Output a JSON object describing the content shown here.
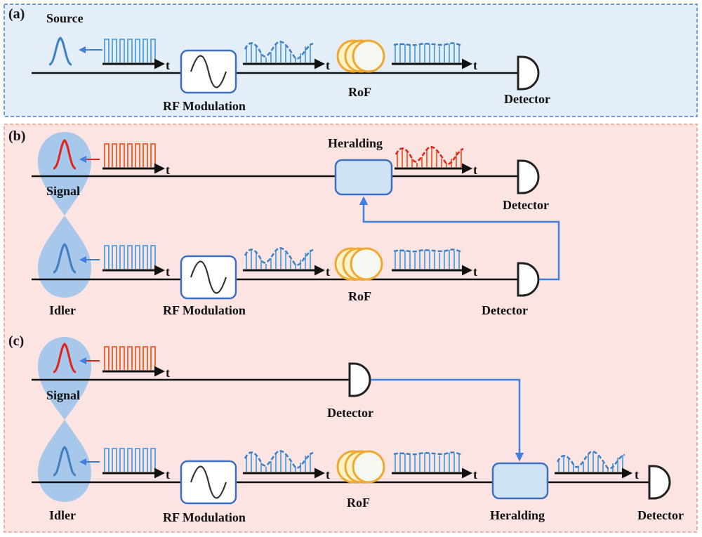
{
  "panels": {
    "a": {
      "tag": "(a)",
      "source_label": "Source",
      "rf_label": "RF Modulation",
      "rof_label": "RoF",
      "detector_label": "Detector",
      "time_labels": [
        "t",
        "t",
        "t"
      ]
    },
    "b": {
      "tag": "(b)",
      "signal_label": "Signal",
      "idler_label": "Idler",
      "heralding_label": "Heralding",
      "detector_top_label": "Detector",
      "detector_bottom_label": "Detector",
      "rf_label": "RF Modulation",
      "rof_label": "RoF",
      "time_labels": [
        "t",
        "t",
        "t",
        "t",
        "t"
      ]
    },
    "c": {
      "tag": "(c)",
      "signal_label": "Signal",
      "idler_label": "Idler",
      "detector_top_label": "Detector",
      "rf_label": "RF Modulation",
      "rof_label": "RoF",
      "heralding_label": "Heralding",
      "detector_end_label": "Detector",
      "time_labels": [
        "t",
        "t",
        "t",
        "t",
        "t"
      ]
    }
  },
  "colors": {
    "panel_a_fill": "#e3eef8",
    "panel_a_border": "#4a7fd0",
    "panel_bc_fill": "#fbe4e1",
    "panel_bc_border": "#e89a88",
    "blue_pulse": "#3f7fc4",
    "blue_bars": "#5fa7e0",
    "red_pulse": "#e2231a",
    "red_bars": "#ee6a3a",
    "herald_line": "#3f7fe0",
    "lobe": "#a7c8ea",
    "box_fill": "#cfe3f5",
    "box_border": "#3d6fbf",
    "rof_stroke": "#f0a830",
    "rof_fill": "#fdf3c8",
    "detector": "#222222"
  }
}
